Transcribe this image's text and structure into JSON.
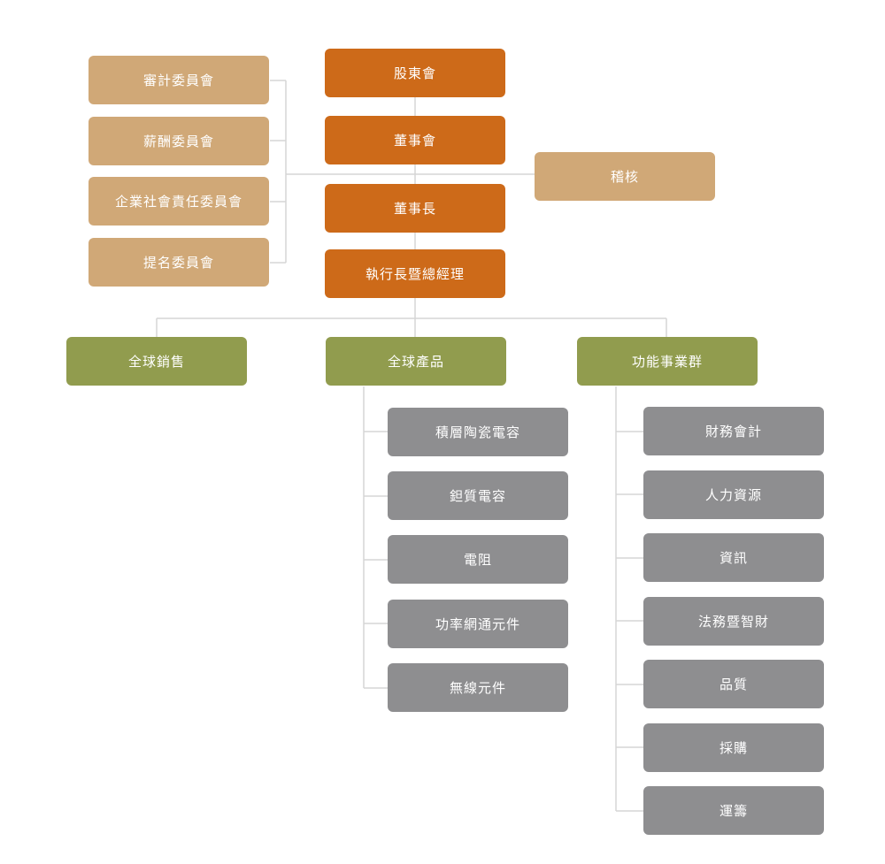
{
  "colors": {
    "governance": "#cd6a19",
    "committee": "#d0a877",
    "business_group": "#919c4e",
    "unit": "#8e8e90",
    "connector": "#d6d6d6"
  },
  "main_chain": {
    "shareholders": "股東會",
    "board": "董事會",
    "chairman": "董事長",
    "ceo": "執行長暨總經理"
  },
  "committees": [
    "審計委員會",
    "薪酬委員會",
    "企業社會責任委員會",
    "提名委員會"
  ],
  "audit": "稽核",
  "groups": {
    "global_sales": "全球銷售",
    "global_products": "全球產品",
    "functional": "功能事業群"
  },
  "product_units": [
    "積層陶瓷電容",
    "鉭質電容",
    "電阻",
    "功率網通元件",
    "無線元件"
  ],
  "functional_units": [
    "財務會計",
    "人力資源",
    "資訊",
    "法務暨智財",
    "品質",
    "採購",
    "運籌"
  ]
}
